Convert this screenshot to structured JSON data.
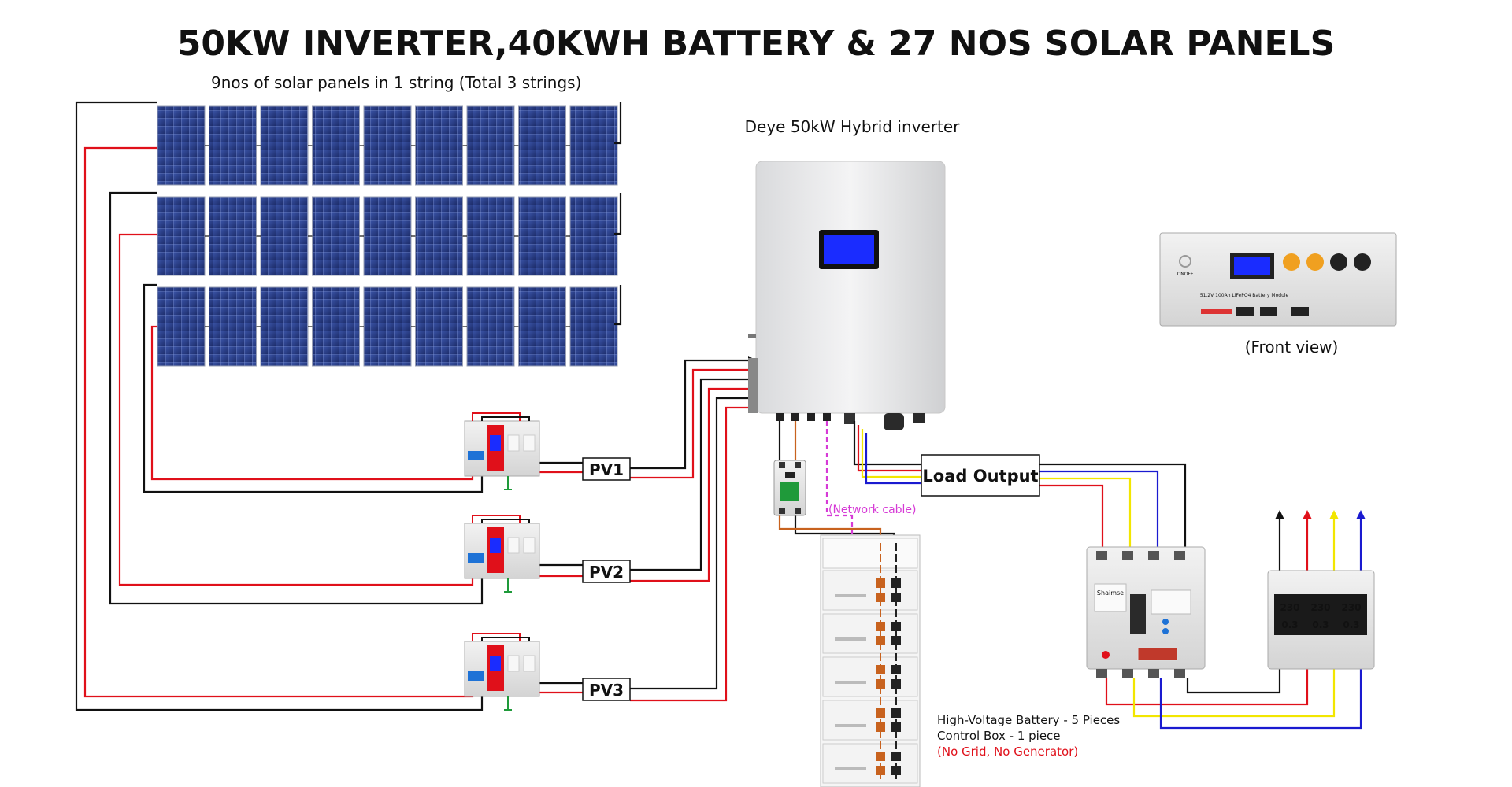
{
  "title": "50KW INVERTER,40KWH BATTERY & 27 NOS SOLAR PANELS",
  "panels": {
    "caption": "9nos of solar panels in 1 string (Total 3 strings)",
    "rows": 3,
    "per_row": 9
  },
  "inverter": {
    "caption": "Deye 50kW Hybrid inverter"
  },
  "battery_front": {
    "caption": "(Front view)",
    "label_text": "51.2V 100Ah LiFePO4 Battery Module",
    "brand_text": "ONOFF"
  },
  "pv_labels": [
    "PV1",
    "PV2",
    "PV3"
  ],
  "load_output": "Load Output",
  "network_cable": "(Network cable)",
  "battery_stack": {
    "line1": "High-Voltage Battery - 5 Pieces",
    "line2": "Control Box - 1 piece",
    "note": "(No Grid, No Generator)",
    "modules": 5
  },
  "breaker": {
    "brand": "Shaimse"
  },
  "meter": {
    "readings": [
      "230",
      "230",
      "230",
      "0.3",
      "0.3",
      "0.3"
    ]
  },
  "colors": {
    "dc_positive": "#e0101a",
    "dc_negative": "#111111",
    "phase_l1": "#111111",
    "phase_l2": "#e0101a",
    "phase_l3": "#f2e600",
    "neutral": "#1a1ad0",
    "network": "#d63ad6",
    "battery_cable": "#c8621e",
    "panel_cell": "#2a3f87",
    "lcd_screen": "#1a2cff",
    "meter_digits": "#ff2a2a"
  }
}
